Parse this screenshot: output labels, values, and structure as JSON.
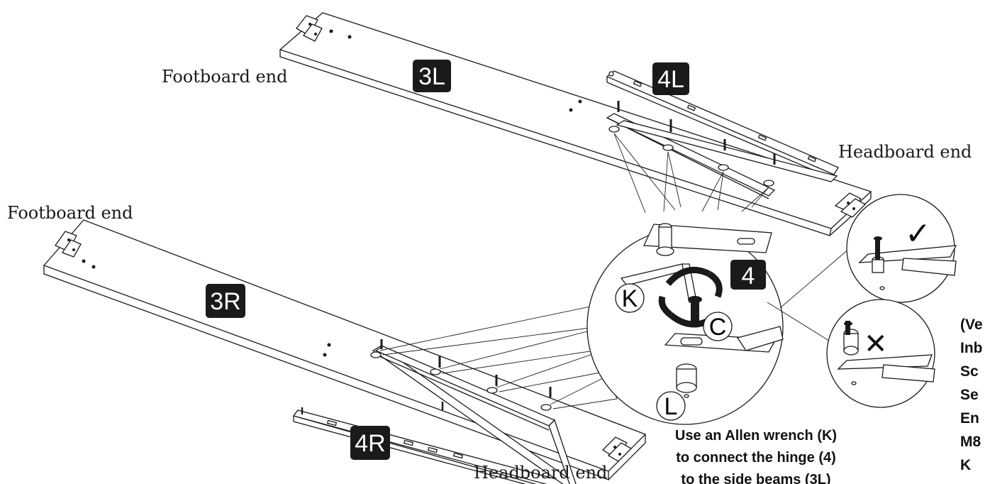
{
  "labels": {
    "footboard_top": "Footboard end",
    "headboard_top": "Headboard end",
    "footboard_left": "Footboard end",
    "headboard_bottom": "Headboard end"
  },
  "part_tags": {
    "beam_3l": "3L",
    "beam_3r": "3R",
    "hinge_4l": "4L",
    "hinge_4r": "4R",
    "hinge_4": "4"
  },
  "callouts": {
    "allen_wrench": "K",
    "screw": "C",
    "bolt": "L"
  },
  "marks": {
    "correct": "✓",
    "incorrect": "✕"
  },
  "instructions": {
    "english": [
      "Use an Allen wrench (K)",
      "to connect the hinge (4)",
      "to the side beams (3L)"
    ],
    "other": [
      "(Ve",
      "Inb",
      "Sc",
      "Se",
      "En",
      "M8",
      "K"
    ]
  },
  "colors": {
    "ink": "#1a1a1a",
    "tag_background": "#1a1a1a",
    "tag_text": "#ffffff"
  }
}
